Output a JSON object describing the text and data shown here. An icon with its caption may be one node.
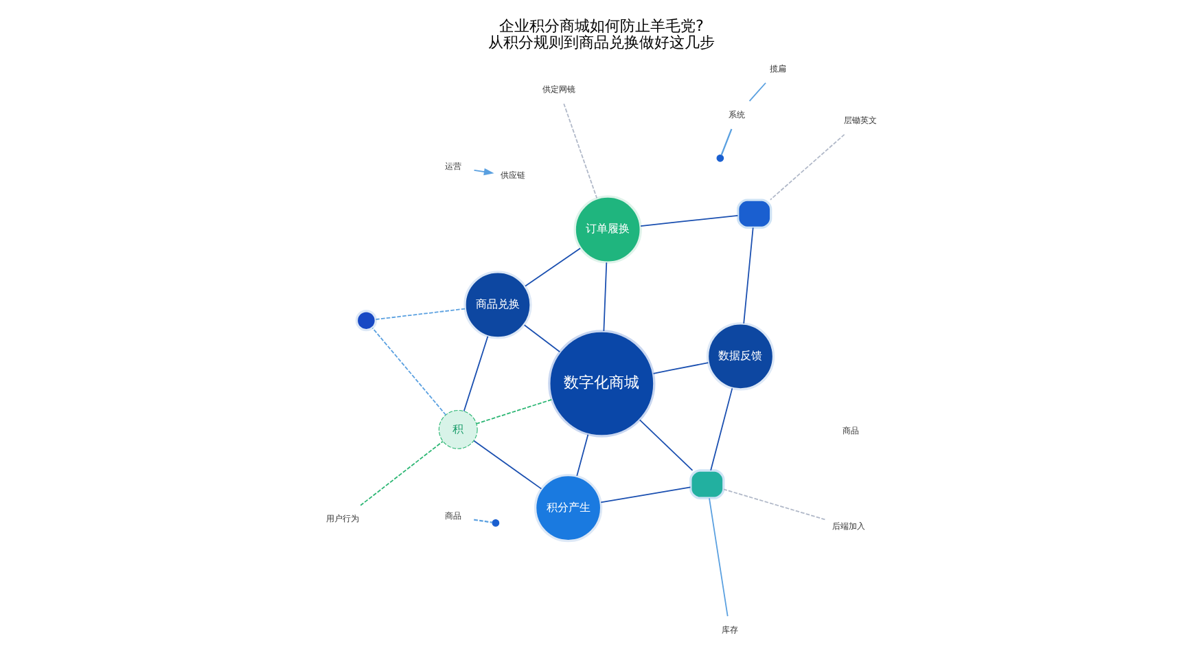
{
  "diagram": {
    "title": "企业积分商城如何防止羊毛党?",
    "caption": "从积分规则到商品兑换做好这几步",
    "nodes": [
      {
        "text": [
          "数字化商城"
        ]
      },
      {
        "text": [
          "积分产生"
        ]
      },
      {
        "text": [
          "商品兑换"
        ]
      },
      {
        "text": [
          "订单履换"
        ]
      },
      {
        "text": [
          "数据反馈"
        ]
      },
      {
        "text": [],
        "shape": "box"
      },
      {
        "text": [
          "积"
        ]
      },
      {
        "text": [],
        "shape": "circle"
      },
      {
        "text": [],
        "shape": "box"
      },
      {
        "text": [
          "后端加入"
        ]
      },
      {
        "text": [
          "库存"
        ]
      },
      {
        "text": [
          "用户行为"
        ]
      },
      {
        "text": [
          "系统"
        ]
      },
      {
        "text": [
          "揽扁"
        ]
      },
      {
        "text": [
          "运营"
        ]
      },
      {
        "text": [
          "供应链"
        ]
      },
      {
        "text": [
          "商品"
        ]
      },
      {
        "text": [
          "层锄英文"
        ]
      },
      {
        "text": [
          "供定网镜"
        ]
      }
    ],
    "edges": [
      {
        "from": 1,
        "to": 6,
        "arrow": "none"
      },
      {
        "from": 6,
        "to": 2,
        "arrow": "none"
      },
      {
        "from": 2,
        "to": 3,
        "arrow": "none"
      },
      {
        "from": 3,
        "to": 8,
        "arrow": "none"
      },
      {
        "from": 8,
        "to": 4,
        "arrow": "none"
      },
      {
        "from": 4,
        "to": 5,
        "arrow": "none"
      },
      {
        "from": 5,
        "to": 1,
        "arrow": "none"
      },
      {
        "from": 0,
        "to": 1,
        "arrow": "none"
      },
      {
        "from": 0,
        "to": 2,
        "arrow": "none"
      },
      {
        "from": 0,
        "to": 3,
        "arrow": "none"
      },
      {
        "from": 0,
        "to": 4,
        "arrow": "none"
      },
      {
        "from": 0,
        "to": 5,
        "arrow": "none"
      },
      {
        "from": 0,
        "to": 6,
        "arrow": "none",
        "style": "dashed",
        "color": "#2bb673"
      },
      {
        "from": 6,
        "to": 7,
        "arrow": "none",
        "style": "dashed",
        "color": "#5aa0e0"
      },
      {
        "from": 7,
        "to": 2,
        "arrow": "none",
        "style": "dashed",
        "color": "#5aa0e0"
      },
      {
        "from": 9,
        "to": 5,
        "arrow": "none",
        "style": "dashed",
        "color": "#b0b8c8"
      },
      {
        "from": 10,
        "to": 5,
        "arrow": "none",
        "color": "#5aa0e0"
      },
      {
        "from": 11,
        "to": 6,
        "arrow": "none",
        "style": "dashed",
        "color": "#2bb673"
      },
      {
        "from": 12,
        "to": null,
        "arrow": "none",
        "color": "#5aa0e0"
      },
      {
        "from": 13,
        "to": 12,
        "arrow": "none",
        "color": "#5aa0e0"
      },
      {
        "from": 14,
        "to": 15,
        "arrow": "to",
        "color": "#5aa0e0"
      },
      {
        "from": 16,
        "to": null,
        "arrow": "none",
        "style": "dashed",
        "color": "#5aa0e0"
      },
      {
        "from": 17,
        "to": 8,
        "arrow": "none",
        "style": "dashed",
        "color": "#b0b8c8"
      },
      {
        "from": 18,
        "to": 3,
        "arrow": "none",
        "style": "dashed",
        "color": "#b0b8c8"
      }
    ],
    "labels": [
      "商品"
    ]
  }
}
